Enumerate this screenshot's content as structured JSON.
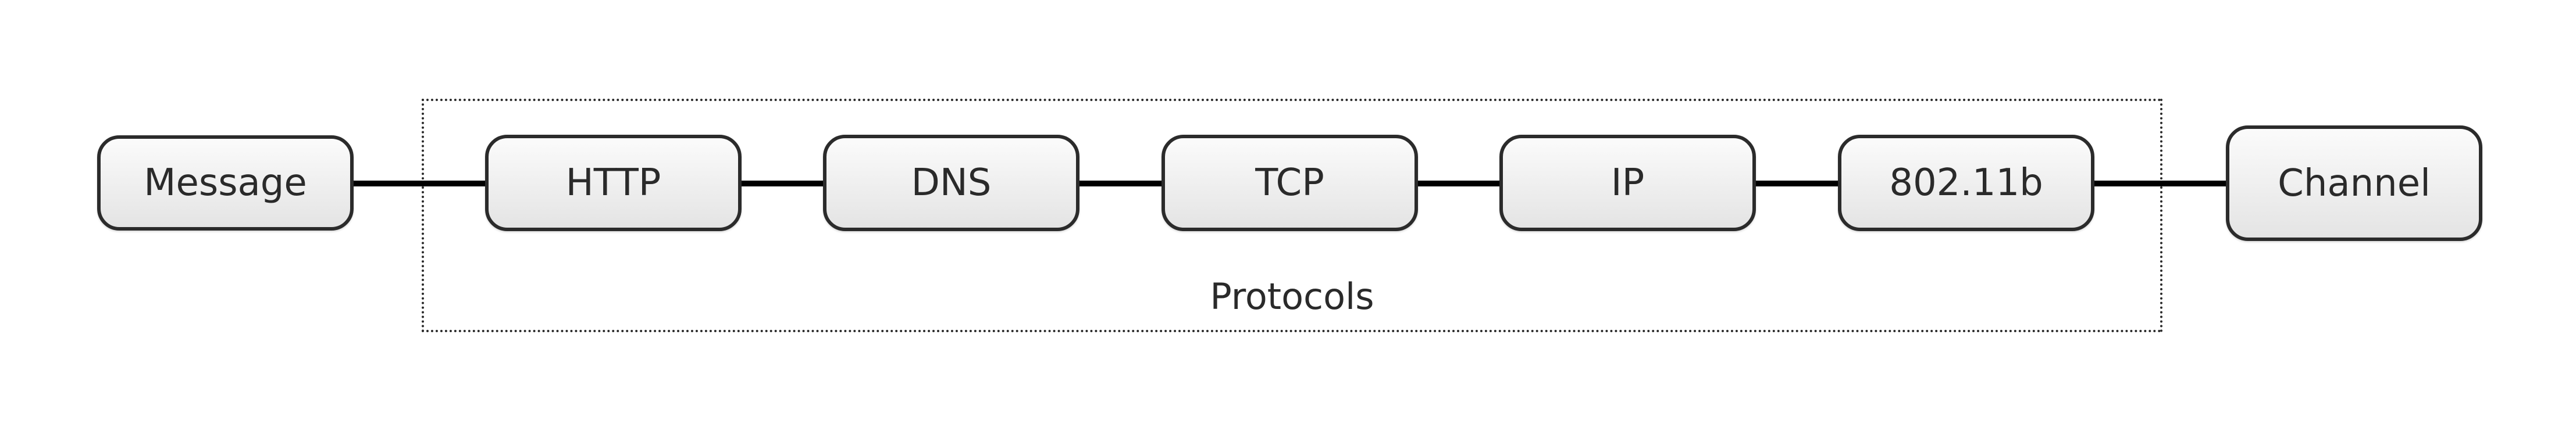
{
  "diagram": {
    "group": {
      "label": "Protocols"
    },
    "nodes": {
      "message": "Message",
      "http": "HTTP",
      "dns": "DNS",
      "tcp": "TCP",
      "ip": "IP",
      "wifi": "802.11b",
      "channel": "Channel"
    }
  }
}
